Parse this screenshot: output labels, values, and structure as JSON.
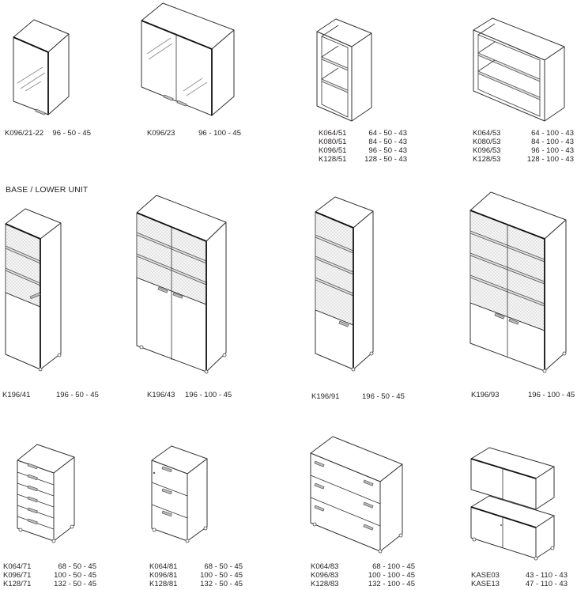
{
  "section_title": "BASE / LOWER UNIT",
  "products": [
    {
      "id": "wall-glass-single",
      "entries": [
        {
          "code": "K096/21-22",
          "dims": "96 - 50 - 45"
        }
      ]
    },
    {
      "id": "wall-glass-double",
      "entries": [
        {
          "code": "K096/23",
          "dims": "96 - 100 - 45"
        }
      ]
    },
    {
      "id": "open-shelf-50",
      "entries": [
        {
          "code": "K064/51",
          "dims": "64 - 50 - 43"
        },
        {
          "code": "K080/51",
          "dims": "84 - 50 - 43"
        },
        {
          "code": "K096/51",
          "dims": "96 - 50 - 43"
        },
        {
          "code": "K128/51",
          "dims": "128 - 50 - 43"
        }
      ]
    },
    {
      "id": "open-shelf-100",
      "entries": [
        {
          "code": "K064/53",
          "dims": "64 - 100 - 43"
        },
        {
          "code": "K080/53",
          "dims": "84 - 100 - 43"
        },
        {
          "code": "K096/53",
          "dims": "96 - 100 - 43"
        },
        {
          "code": "K128/53",
          "dims": "128 - 100 - 43"
        }
      ]
    },
    {
      "id": "tall-glass-half-single",
      "entries": [
        {
          "code": "K196/41",
          "dims": "196 - 50 - 45"
        }
      ]
    },
    {
      "id": "tall-glass-half-double",
      "entries": [
        {
          "code": "K196/43",
          "dims": "196 - 100 - 45"
        }
      ]
    },
    {
      "id": "tall-glass-mostly-single",
      "entries": [
        {
          "code": "K196/91",
          "dims": "196 - 50 - 45"
        }
      ]
    },
    {
      "id": "tall-glass-mostly-double",
      "entries": [
        {
          "code": "K196/93",
          "dims": "196 - 100 - 45"
        }
      ]
    },
    {
      "id": "drawer-chest",
      "entries": [
        {
          "code": "K064/71",
          "dims": "68 - 50 - 45"
        },
        {
          "code": "K096/71",
          "dims": "100 - 50 - 45"
        },
        {
          "code": "K128/71",
          "dims": "132 - 50 - 45"
        }
      ]
    },
    {
      "id": "filing-cabinet",
      "entries": [
        {
          "code": "K064/81",
          "dims": "68 - 50 - 45"
        },
        {
          "code": "K096/81",
          "dims": "100 - 50 - 45"
        },
        {
          "code": "K128/81",
          "dims": "132 - 50 - 45"
        }
      ]
    },
    {
      "id": "lateral-file",
      "entries": [
        {
          "code": "K064/83",
          "dims": "68 - 100 - 45"
        },
        {
          "code": "K096/83",
          "dims": "100 - 100 - 45"
        },
        {
          "code": "K128/83",
          "dims": "132 - 100 - 45"
        }
      ]
    },
    {
      "id": "low-sideboard",
      "entries": [
        {
          "code": "KASE03",
          "dims": "43 - 110 - 43"
        },
        {
          "code": "KASE13",
          "dims": "47 - 110 - 43"
        }
      ]
    }
  ]
}
